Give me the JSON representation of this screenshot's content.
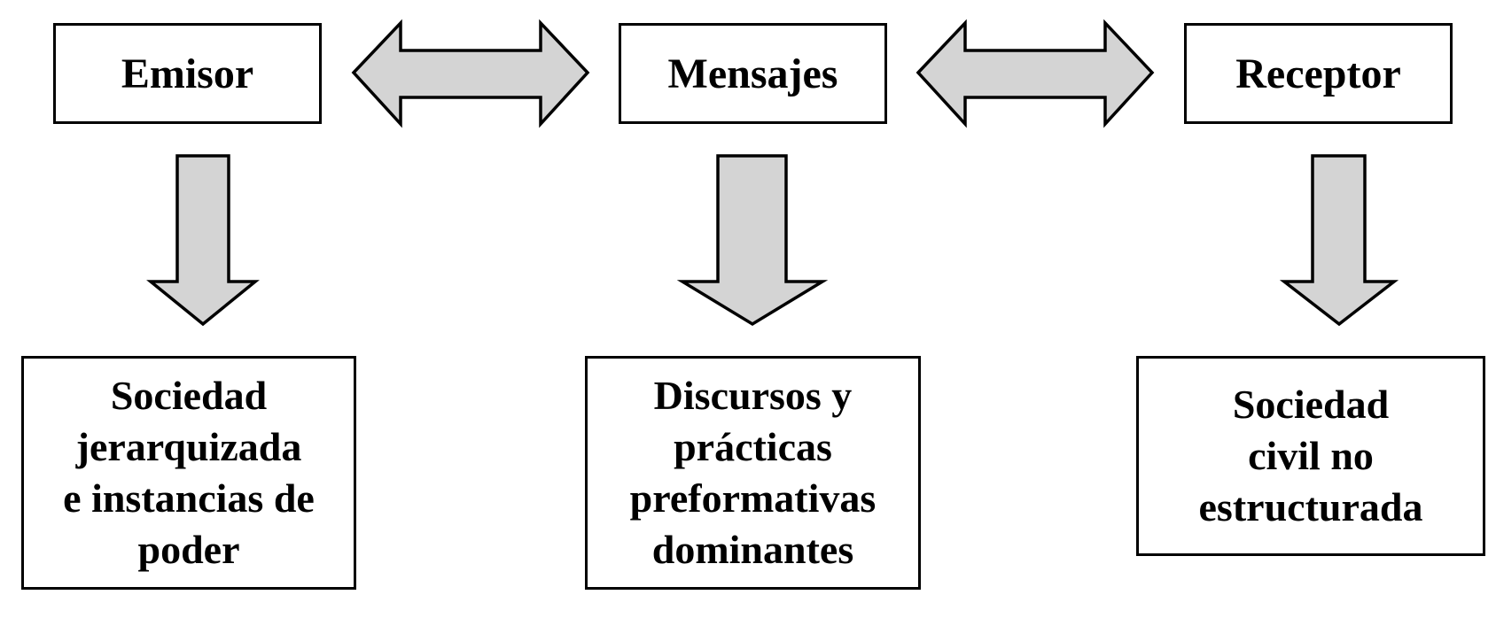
{
  "nodes": {
    "emisor": {
      "label": "Emisor"
    },
    "mensajes": {
      "label": "Mensajes"
    },
    "receptor": {
      "label": "Receptor"
    }
  },
  "descriptions": {
    "emisor": "Sociedad\njerarquizada\ne instancias de\npoder",
    "mensajes": "Discursos y\nprácticas\npreformativas\ndominantes",
    "receptor": "Sociedad\ncivil no\nestructurada"
  },
  "colors": {
    "arrow_fill": "#d4d4d4",
    "stroke": "#000000",
    "background": "#ffffff"
  }
}
